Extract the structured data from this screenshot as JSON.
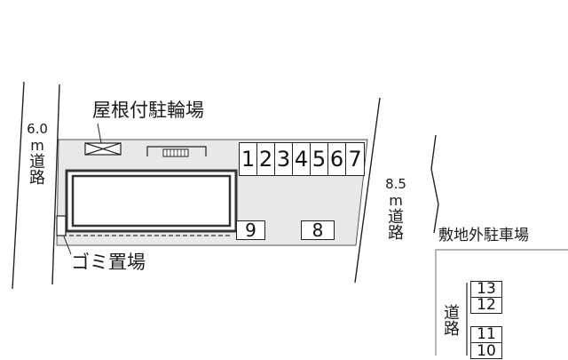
{
  "labels": {
    "bike_parking": "屋根付駐輪場",
    "garbage": "ゴミ置場",
    "offsite_parking": "敷地外駐車場"
  },
  "roads": {
    "left": {
      "width": "6.0",
      "unit": "m",
      "name": "道路"
    },
    "right": {
      "width": "8.5",
      "unit": "m",
      "name": "道路"
    },
    "offsite": {
      "name": "道路"
    }
  },
  "onsite_spaces": {
    "row": [
      "1",
      "2",
      "3",
      "4",
      "5",
      "6",
      "7"
    ],
    "space_9": "9",
    "space_8": "8"
  },
  "offsite_spaces": [
    "13",
    "12",
    "11",
    "10"
  ],
  "colors": {
    "lot": "#e8e8e8",
    "building_border": "#333333",
    "line": "#222222"
  }
}
